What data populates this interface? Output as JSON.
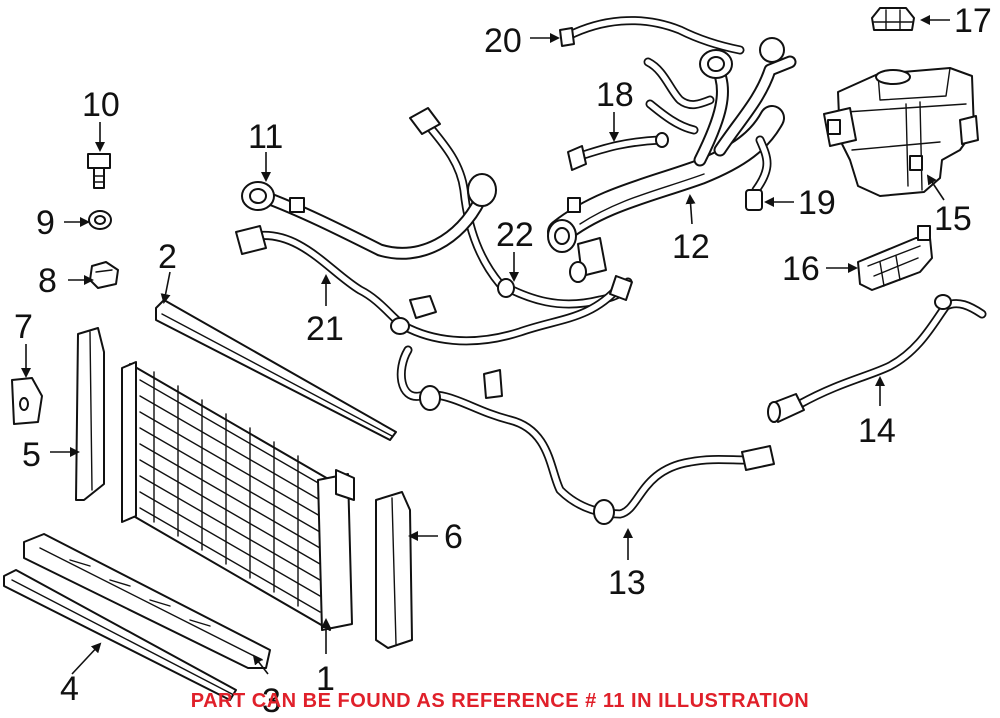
{
  "callouts": {
    "c1": "1",
    "c2": "2",
    "c3": "3",
    "c4": "4",
    "c5": "5",
    "c6": "6",
    "c7": "7",
    "c8": "8",
    "c9": "9",
    "c10": "10",
    "c11": "11",
    "c12": "12",
    "c13": "13",
    "c14": "14",
    "c15": "15",
    "c16": "16",
    "c17": "17",
    "c18": "18",
    "c19": "19",
    "c20": "20",
    "c21": "21",
    "c22": "22"
  },
  "footer_note": "PART CAN BE FOUND AS REFERENCE # 11 IN ILLUSTRATION",
  "colors": {
    "line": "#111111",
    "footer": "#e0202a",
    "background": "#ffffff"
  }
}
